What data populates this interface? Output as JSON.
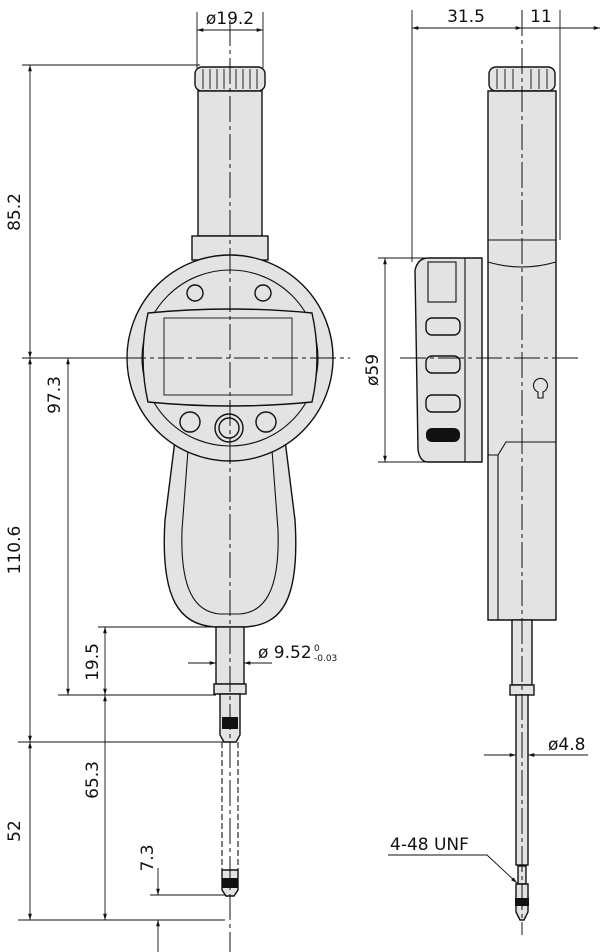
{
  "title": "Digital indicator dimensional drawing",
  "front_view": {
    "dims": {
      "cap_diameter": "ø19.2",
      "top_to_center": "85.2",
      "center_to_spindle_end": "110.6",
      "center_to_stem_end": "97.3",
      "stem_length": "19.5",
      "stem_diameter": "ø 9.52",
      "stem_tol_upper": "0",
      "stem_tol_lower": "-0.03",
      "stroke": "52",
      "spindle_travel": "65.3",
      "contact_point": "7.3"
    }
  },
  "side_view": {
    "dims": {
      "depth_front": "31.5",
      "depth_back": "11",
      "dial_diameter": "ø59",
      "spindle_diameter": "ø4.8",
      "thread": "4-48 UNF"
    }
  }
}
